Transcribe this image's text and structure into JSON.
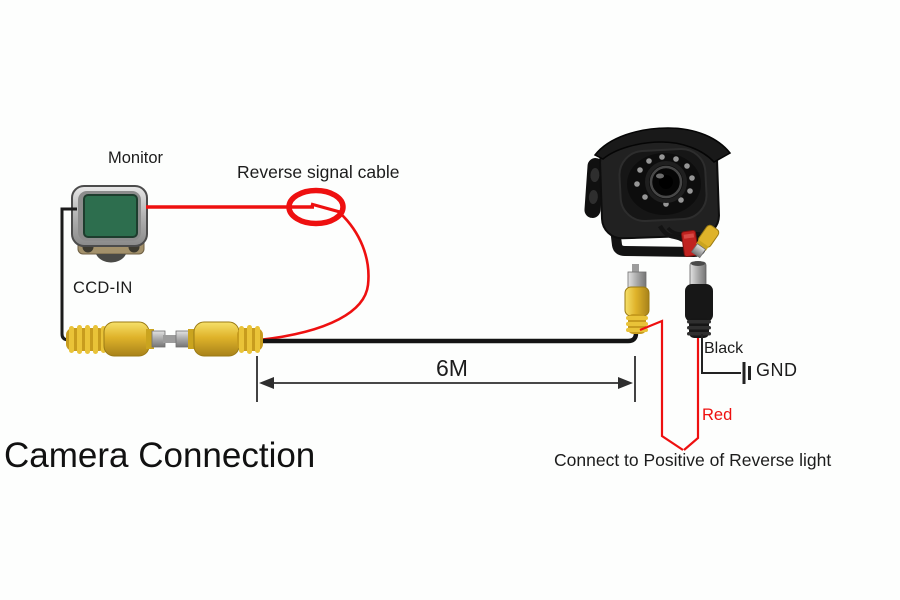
{
  "title": "Camera Connection",
  "labels": {
    "monitor": "Monitor",
    "reverse_signal_cable": "Reverse signal cable",
    "ccd_in": "CCD-IN",
    "cable_length": "6M",
    "black_wire": "Black",
    "ground": "GND",
    "red_wire": "Red",
    "connect_note": "Connect to Positive of Reverse light"
  },
  "colors": {
    "annotation_red": "#ee1010",
    "wire_black": "#1b1b1b",
    "rca_yellow": "#e2b72b",
    "monitor_screen_green": "#2d6e4e",
    "dc_plug_black": "#171717",
    "text_black": "#1c1c1c",
    "background": "#fdfefd"
  }
}
